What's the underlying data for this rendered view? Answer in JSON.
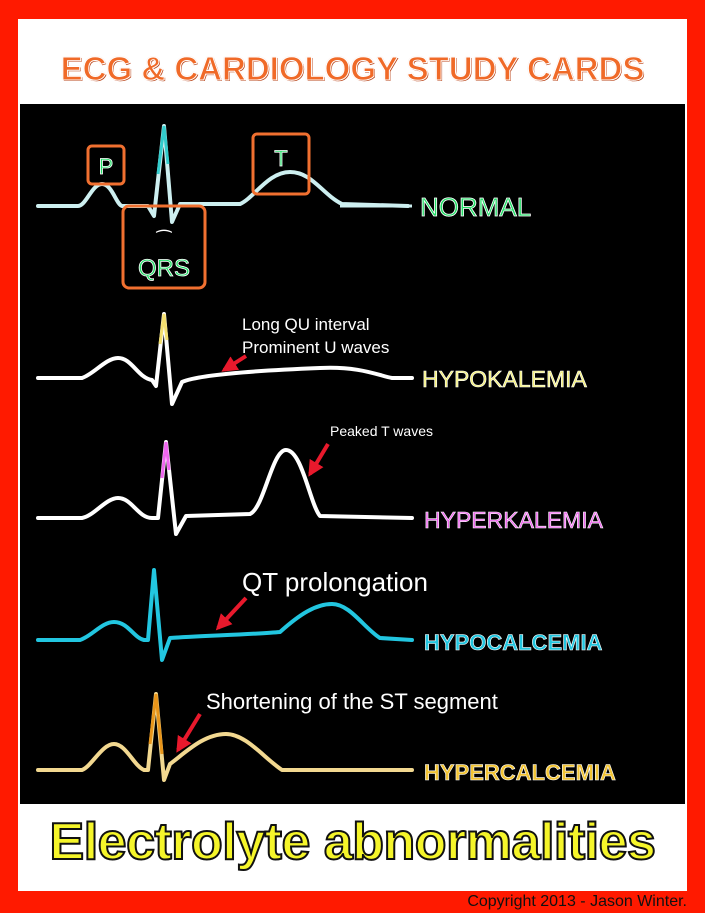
{
  "header": {
    "title": "ECG & CARDIOLOGY STUDY CARDS"
  },
  "footer": {
    "title": "Electrolyte abnormalities",
    "copyright": "Copyright 2013 - Jason Winter."
  },
  "waves": {
    "normal": {
      "label": "NORMAL",
      "color": "#22dd66",
      "p_label": "P",
      "t_label": "T",
      "qrs_label": "QRS",
      "qrs_bracket": "⁀"
    },
    "hypokalemia": {
      "label": "HYPOKALEMIA",
      "color": "#f4f07a",
      "annotation_line1": "Long QU interval",
      "annotation_line2": "Prominent U waves"
    },
    "hyperkalemia": {
      "label": "HYPERKALEMIA",
      "color": "#ee66ee",
      "annotation": "Peaked T waves"
    },
    "hypocalcemia": {
      "label": "HYPOCALCEMIA",
      "color": "#22c6e0",
      "annotation": "QT prolongation"
    },
    "hypercalcemia": {
      "label": "HYPERCALCEMIA",
      "color": "#f2c434",
      "annotation": "Shortening of the ST segment"
    }
  },
  "colors": {
    "frame": "#ff1a00",
    "box": "#f07030",
    "arrow": "#e8192c",
    "panel": "#000000"
  }
}
